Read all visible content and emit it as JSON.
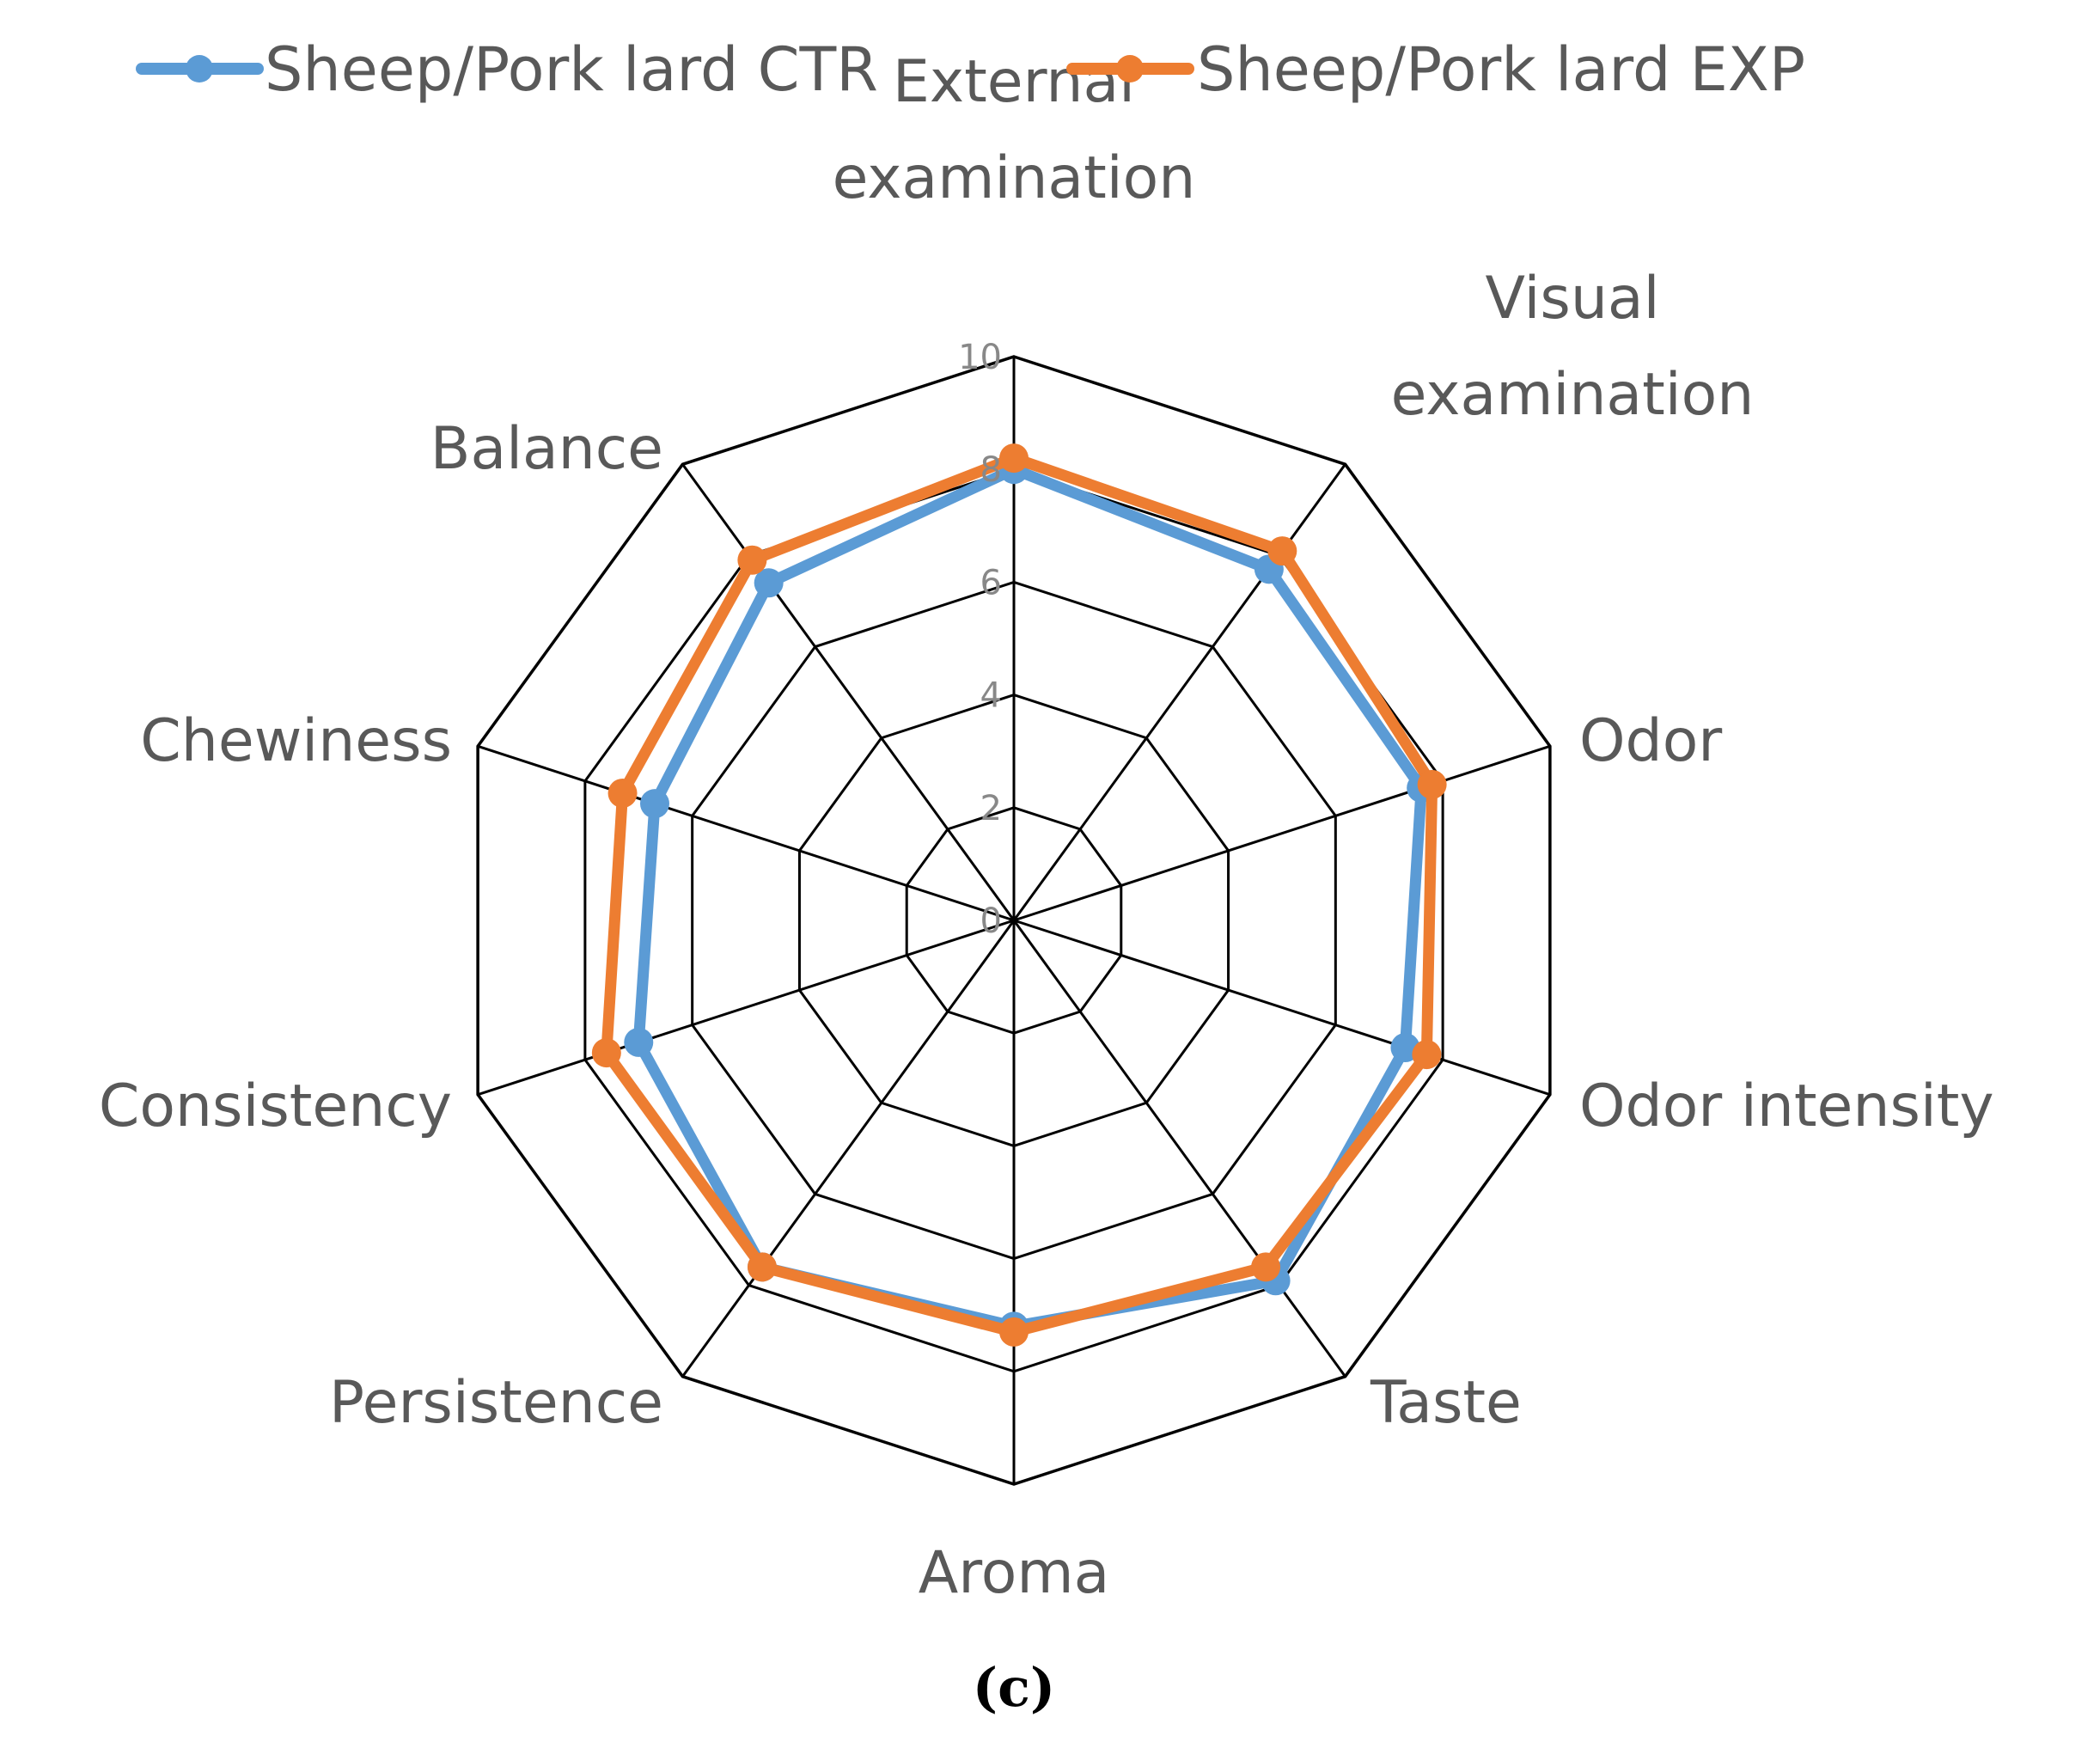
{
  "chart_data": {
    "type": "radar",
    "categories": [
      "External examination",
      "Visual examination",
      "Odor",
      "Odor intensity",
      "Taste",
      "Aroma",
      "Persistence",
      "Consistency",
      "Chewiness",
      "Balance"
    ],
    "axis_label_lines": [
      [
        "External",
        "examination"
      ],
      [
        "Visual",
        "examination"
      ],
      [
        "Odor"
      ],
      [
        "Odor intensity"
      ],
      [
        "Taste"
      ],
      [
        "Aroma"
      ],
      [
        "Persistence"
      ],
      [
        "Consistency"
      ],
      [
        "Chewiness"
      ],
      [
        "Balance"
      ]
    ],
    "series": [
      {
        "name": "Sheep/Pork lard CTR",
        "color": "#5B9BD5",
        "values": [
          8.0,
          7.7,
          7.6,
          7.3,
          7.9,
          7.2,
          7.6,
          7.0,
          6.7,
          7.4
        ]
      },
      {
        "name": "Sheep/Pork lard EXP",
        "color": "#ED7D31",
        "values": [
          8.2,
          8.1,
          7.8,
          7.7,
          7.6,
          7.3,
          7.6,
          7.6,
          7.3,
          7.9
        ]
      }
    ],
    "ticks": [
      "0",
      "2",
      "4",
      "6",
      "8",
      "10"
    ],
    "rlim": [
      0,
      10
    ],
    "grid": true,
    "legend": "top"
  },
  "caption": "(c)"
}
